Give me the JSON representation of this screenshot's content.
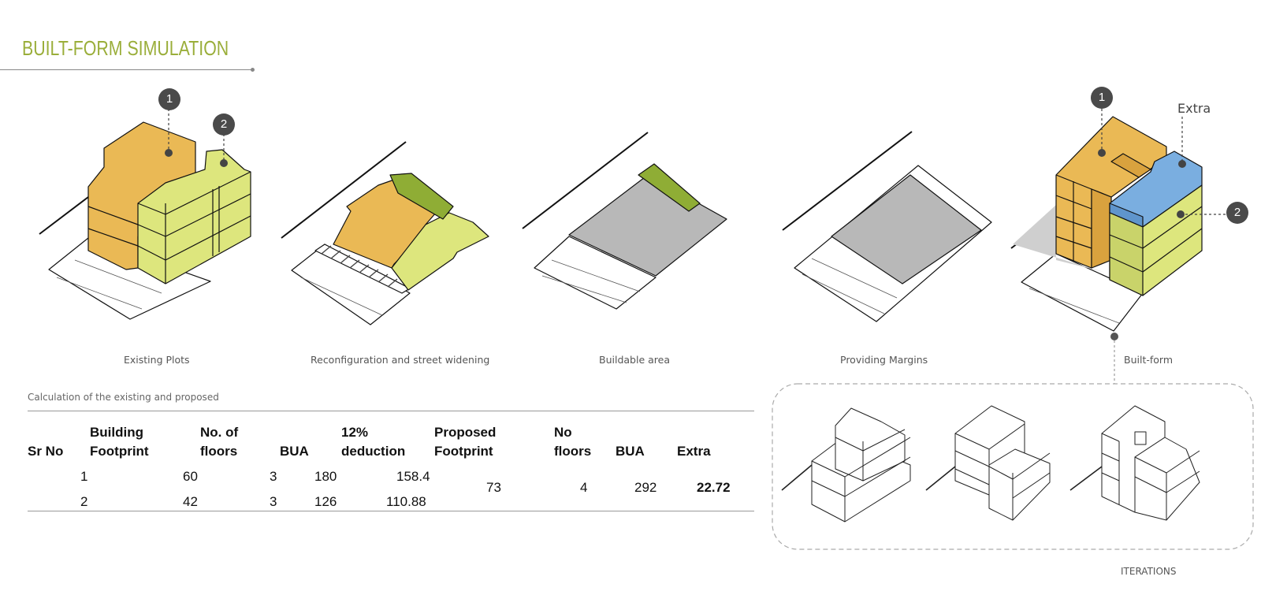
{
  "header": {
    "title": "BUILT-FORM SIMULATION"
  },
  "stages": [
    {
      "caption": "Existing Plots"
    },
    {
      "caption": "Reconfiguration and street widening"
    },
    {
      "caption": "Buildable area"
    },
    {
      "caption": "Providing Margins"
    },
    {
      "caption": "Built-form"
    }
  ],
  "markers": {
    "one": "1",
    "two": "2",
    "extra": "Extra"
  },
  "table": {
    "caption": "Calculation of the existing and proposed",
    "headers": {
      "sr_no": "Sr No",
      "building": "Building",
      "footprint": "Footprint",
      "no_of": "No. of",
      "floors": "floors",
      "bua": "BUA",
      "pct": "12%",
      "deduction": "deduction",
      "proposed": "Proposed",
      "proposed_footprint": "Footprint",
      "no": "No",
      "no_floors": "floors",
      "bua2": "BUA",
      "extra": "Extra"
    },
    "rows": [
      {
        "sr": "1",
        "footprint": "60",
        "floors": "3",
        "bua": "180",
        "deduction": "158.4"
      },
      {
        "sr": "2",
        "footprint": "42",
        "floors": "3",
        "bua": "126",
        "deduction": "110.88"
      }
    ],
    "merged": {
      "proposed_footprint": "73",
      "no_floors": "4",
      "bua": "292",
      "extra": "22.72"
    }
  },
  "iterations": {
    "label": "ITERATIONS"
  },
  "colors": {
    "accent": "#9aae3a",
    "orange": "#eab955",
    "lime": "#dde67d",
    "green": "#8fad35",
    "blue": "#7aaee0",
    "grey": "#b8b8b8"
  }
}
